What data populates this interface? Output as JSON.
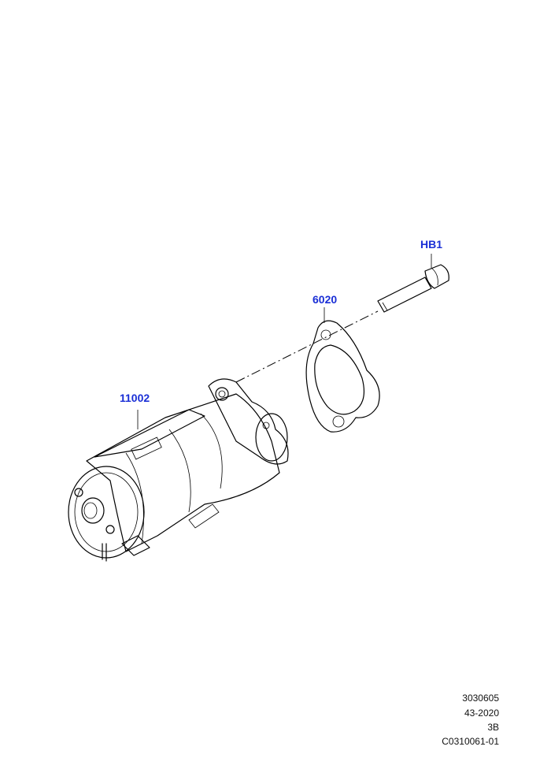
{
  "callouts": {
    "bolt": "HB1",
    "gasket": "6020",
    "starter": "11002"
  },
  "reference": {
    "line1": "3030605",
    "line2": "43-2020",
    "line3": "3B",
    "line4": "C0310061-01"
  },
  "colors": {
    "callout": "#1a2fd6",
    "line": "#000000"
  }
}
